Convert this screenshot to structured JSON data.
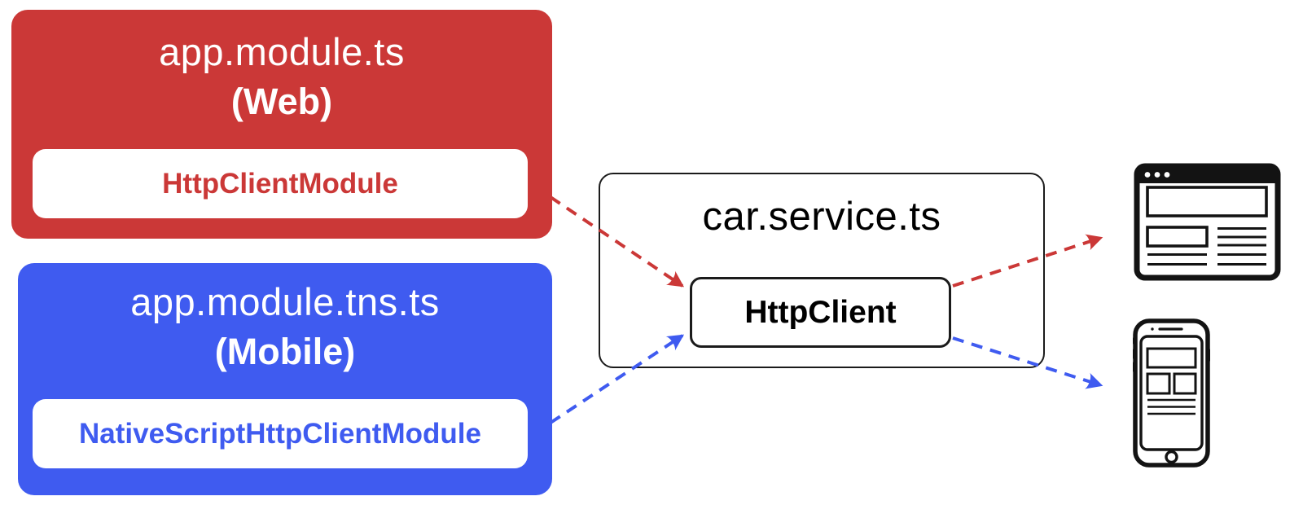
{
  "colors": {
    "red": "#CB3837",
    "blue": "#3F5BF0",
    "ink": "#131313"
  },
  "web_module": {
    "filename": "app.module.ts",
    "platform": "(Web)",
    "import_label": "HttpClientModule"
  },
  "mobile_module": {
    "filename": "app.module.tns.ts",
    "platform": "(Mobile)",
    "import_label": "NativeScriptHttpClientModule"
  },
  "service": {
    "filename": "car.service.ts",
    "dependency_label": "HttpClient"
  },
  "icons": {
    "web_target": "browser-window-icon",
    "mobile_target": "smartphone-icon"
  },
  "connections": [
    {
      "from": "HttpClientModule (app.module.ts Web)",
      "to": "HttpClient",
      "color": "#CB3837",
      "style": "dashed-arrow"
    },
    {
      "from": "NativeScriptHttpClientModule (app.module.tns.ts Mobile)",
      "to": "HttpClient",
      "color": "#3F5BF0",
      "style": "dashed-arrow"
    },
    {
      "from": "HttpClient",
      "to": "browser-window-icon",
      "color": "#CB3837",
      "style": "dashed-arrow"
    },
    {
      "from": "HttpClient",
      "to": "smartphone-icon",
      "color": "#3F5BF0",
      "style": "dashed-arrow"
    }
  ]
}
